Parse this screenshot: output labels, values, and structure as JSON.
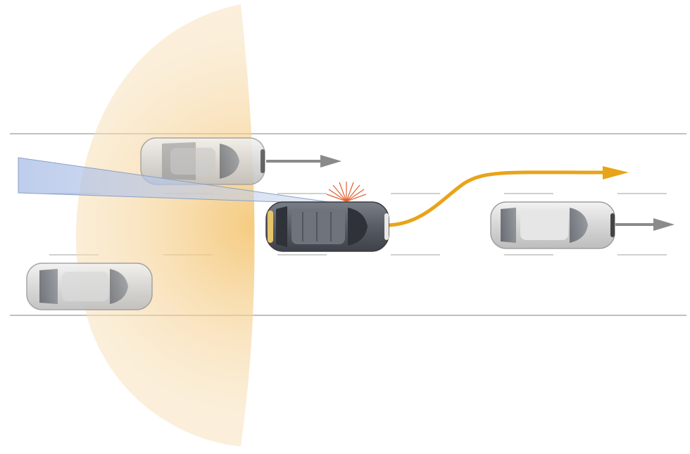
{
  "scene": {
    "type": "lane change assist / blind spot monitoring illustration",
    "vehicles": [
      {
        "id": "ego",
        "role": "ego vehicle changing lanes",
        "color": "#5a5e66"
      },
      {
        "id": "blindspot-car",
        "role": "car in adjacent lane behind ego, inside radar zone",
        "color": "#d8d8d8"
      },
      {
        "id": "rear-right-car",
        "role": "car in right lane behind, partly in radar zone",
        "color": "#d8d8d8"
      },
      {
        "id": "lead-car",
        "role": "car ahead in right lane",
        "color": "#e4e4e4"
      }
    ],
    "arrows": [
      {
        "id": "ego-path",
        "icon": "curved-lane-change-arrow",
        "color": "#e8a418"
      },
      {
        "id": "blindspot-car-direction",
        "icon": "right-arrow",
        "color": "#8a8a8a"
      },
      {
        "id": "lead-car-direction",
        "icon": "right-arrow",
        "color": "#8a8a8a"
      }
    ],
    "zones": [
      {
        "id": "radar-zone",
        "icon": "rear-radar-sector",
        "color": "#f0c070"
      },
      {
        "id": "camera-beam",
        "icon": "rear-camera-beam",
        "color": "#9fb4dc"
      }
    ],
    "warning": {
      "icon": "warning-flash-icon",
      "color": "#e06030"
    }
  }
}
